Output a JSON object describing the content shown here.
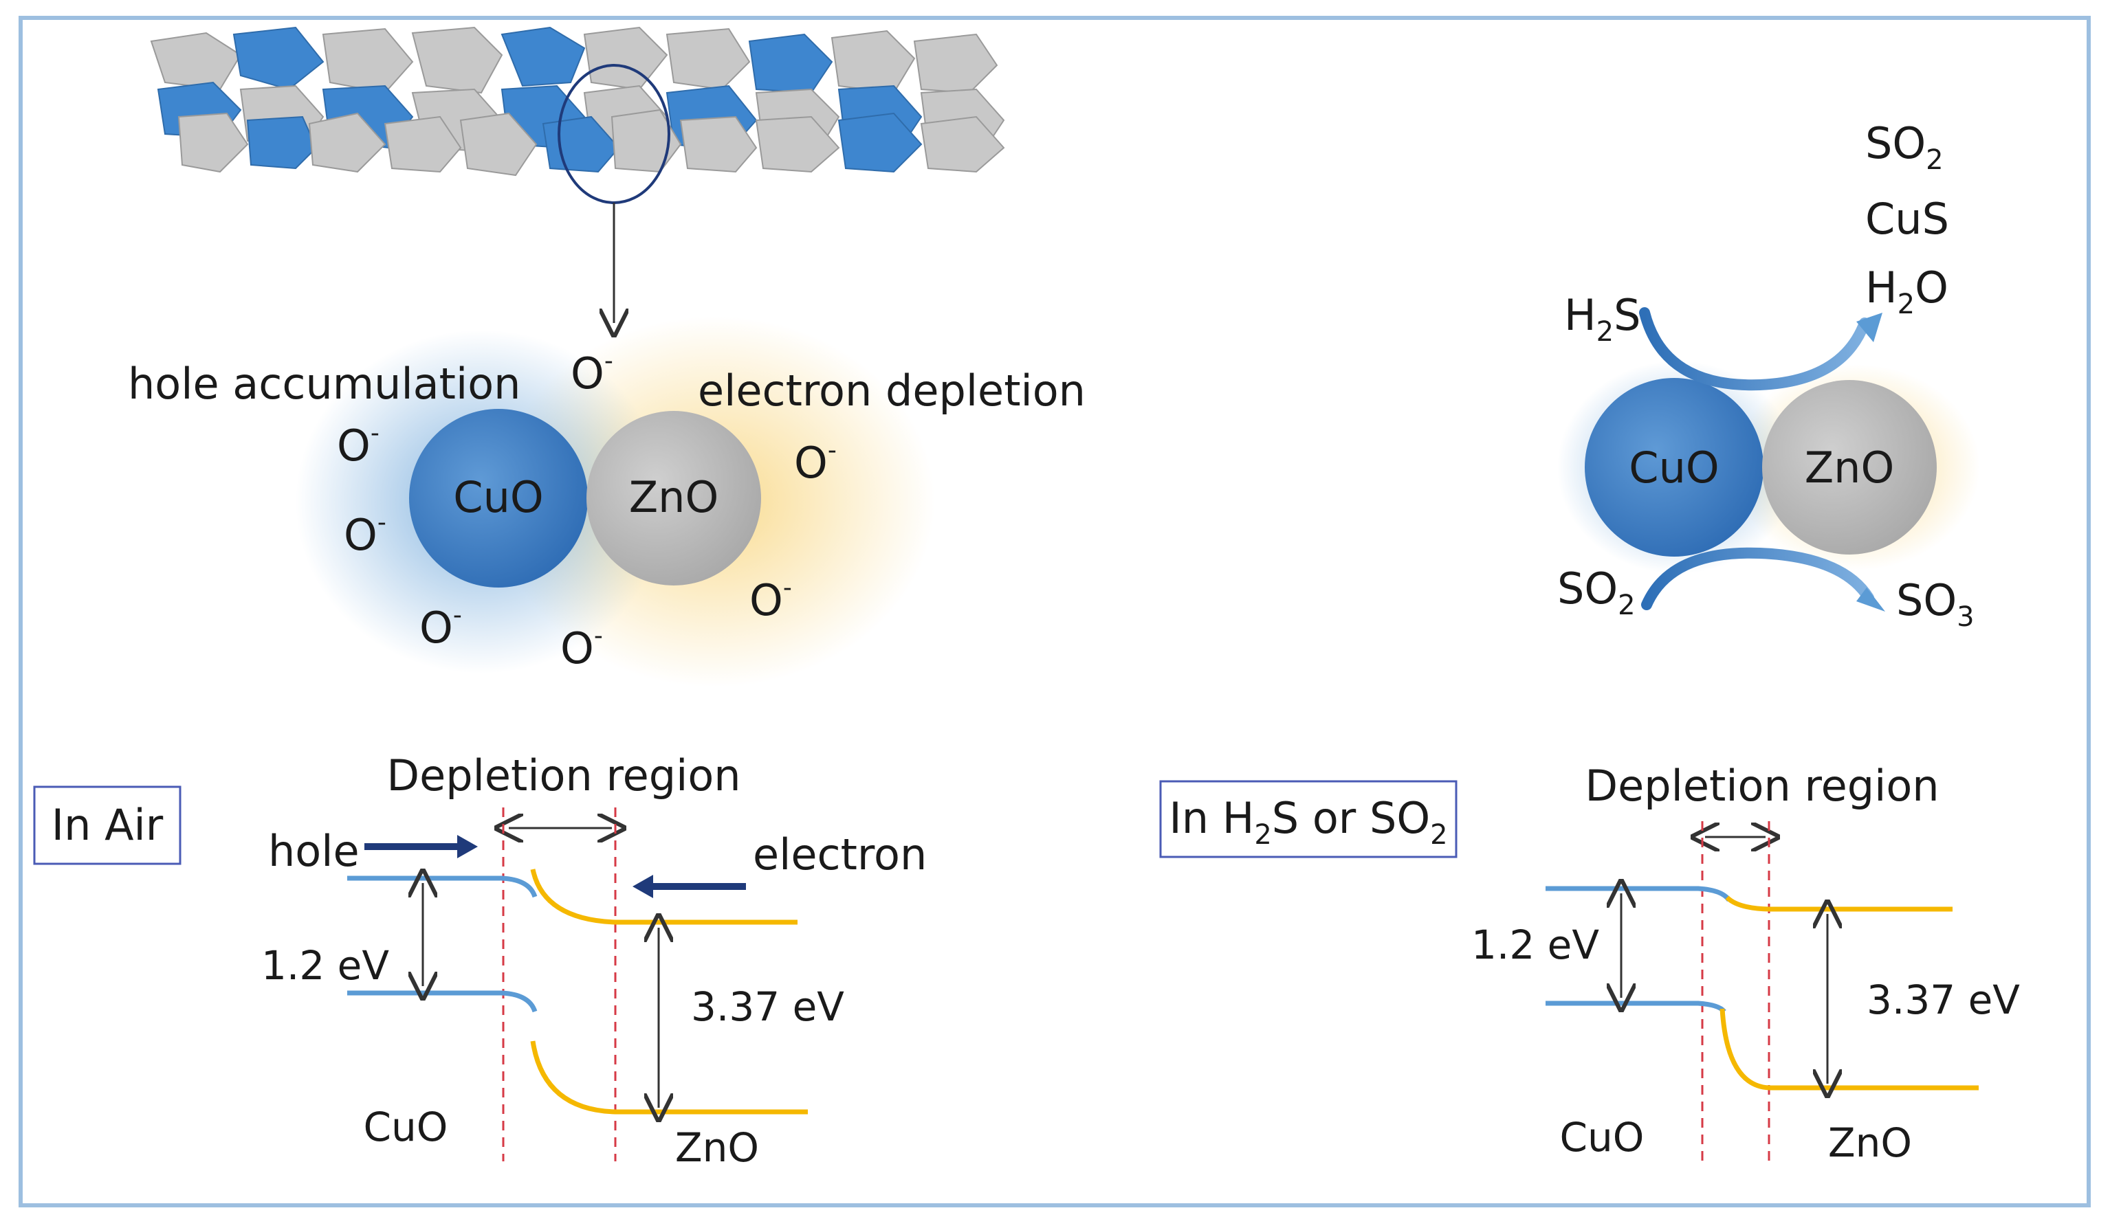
{
  "colors": {
    "frame": "#9dbfe0",
    "cuo_blue": "#3f7fc8",
    "zno_gray": "#bdbdbd",
    "yellow_band": "#f5b800",
    "blue_band": "#5b9bd5",
    "arrow_dark": "#1f3a7a",
    "depletion_dash": "#d63a46",
    "legend_box": "#4a5bb5"
  },
  "left": {
    "oxygen_ion": "O",
    "oxygen_charge": "-",
    "hole_accumulation": "hole accumulation",
    "electron_depletion": "electron depletion",
    "cuo": "CuO",
    "zno": "ZnO"
  },
  "right_reaction": {
    "cuo": "CuO",
    "zno": "ZnO",
    "h2s": {
      "base": "H",
      "sub": "2",
      "rest": "S"
    },
    "so2_top": {
      "base": "SO",
      "sub": "2"
    },
    "cus": "CuS",
    "h2o": {
      "base": "H",
      "sub": "2",
      "rest": "O"
    },
    "so2_bottom": {
      "base": "SO",
      "sub": "2"
    },
    "so3": {
      "base": "SO",
      "sub": "3"
    }
  },
  "band_air": {
    "title": "In Air",
    "depletion_region": "Depletion  region",
    "hole": "hole",
    "electron": "electron",
    "cuo_gap": "1.2 eV",
    "zno_gap": "3.37 eV",
    "cuo": "CuO",
    "zno": "ZnO"
  },
  "band_gas": {
    "title_prefix": "In H",
    "title_sub1": "2",
    "title_mid": "S or SO",
    "title_sub2": "2",
    "depletion_region": "Depletion  region",
    "cuo_gap": "1.2 eV",
    "zno_gap": "3.37 eV",
    "cuo": "CuO",
    "zno": "ZnO"
  }
}
